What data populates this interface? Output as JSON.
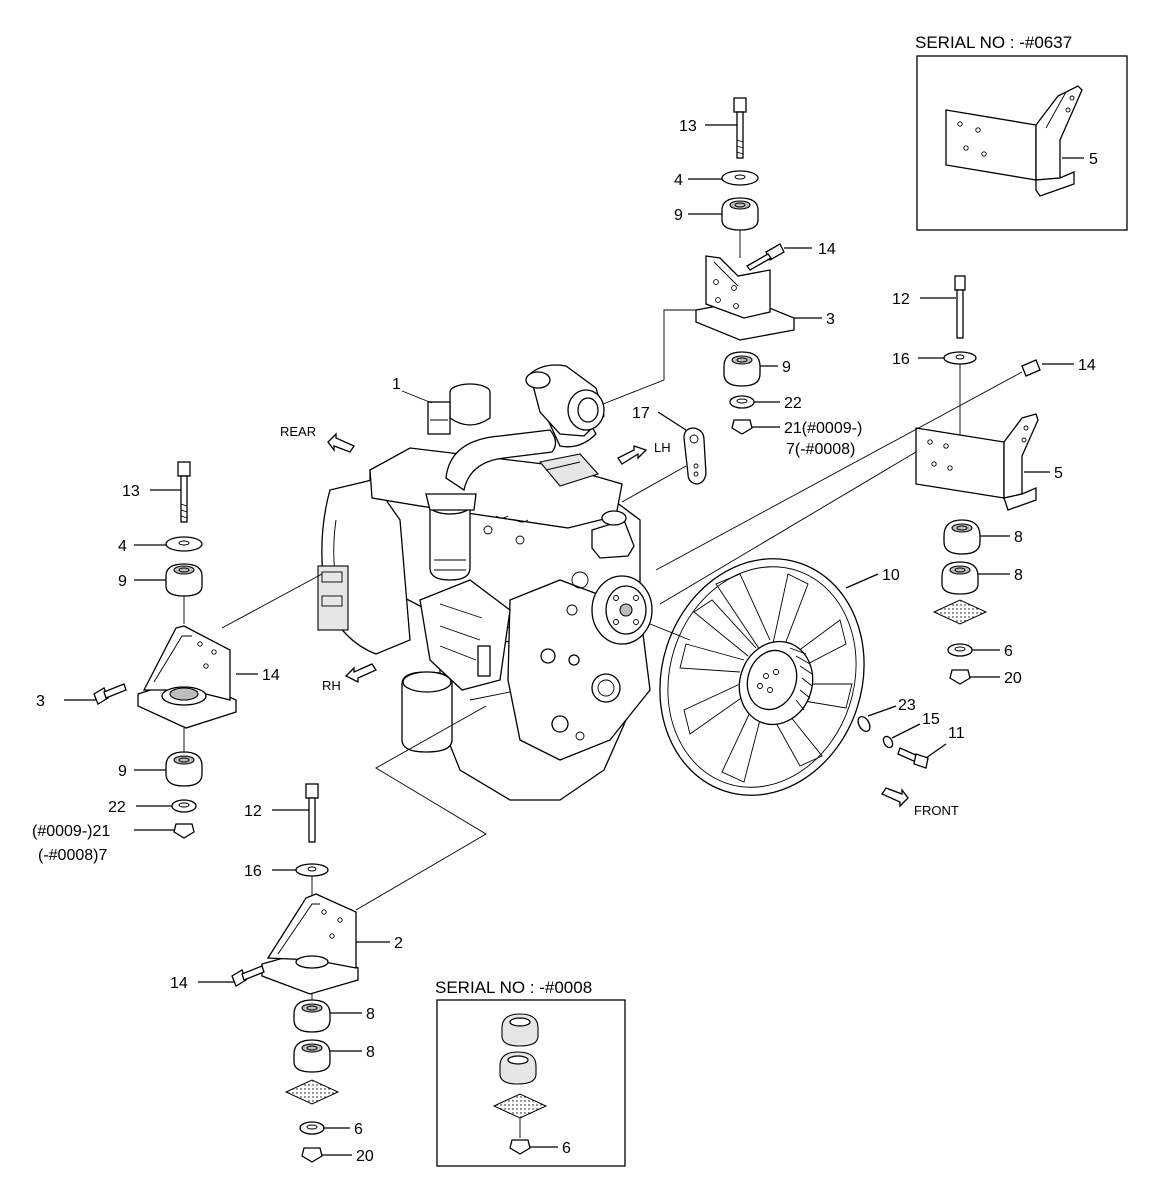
{
  "insets": {
    "top_right": {
      "title": "SERIAL NO : -#0637",
      "part": "5"
    },
    "bottom_center": {
      "title": "SERIAL NO : -#0008",
      "part": "6"
    }
  },
  "directions": {
    "rear": "REAR",
    "lh": "LH",
    "rh": "RH",
    "front": "FRONT"
  },
  "callouts": [
    {
      "id": "c13a",
      "text": "13"
    },
    {
      "id": "c4a",
      "text": "4"
    },
    {
      "id": "c9a",
      "text": "9"
    },
    {
      "id": "c14a",
      "text": "14"
    },
    {
      "id": "c3a",
      "text": "3"
    },
    {
      "id": "c9b",
      "text": "9"
    },
    {
      "id": "c22a",
      "text": "22"
    },
    {
      "id": "c21a",
      "text": "21(#0009-)"
    },
    {
      "id": "c7a",
      "text": "7(-#0008)"
    },
    {
      "id": "c12a",
      "text": "12"
    },
    {
      "id": "c16a",
      "text": "16"
    },
    {
      "id": "c14b",
      "text": "14"
    },
    {
      "id": "c5a",
      "text": "5"
    },
    {
      "id": "c8a",
      "text": "8"
    },
    {
      "id": "c8b",
      "text": "8"
    },
    {
      "id": "c6a",
      "text": "6"
    },
    {
      "id": "c20a",
      "text": "20"
    },
    {
      "id": "c1",
      "text": "1"
    },
    {
      "id": "c17",
      "text": "17"
    },
    {
      "id": "c10",
      "text": "10"
    },
    {
      "id": "c23",
      "text": "23"
    },
    {
      "id": "c15",
      "text": "15"
    },
    {
      "id": "c11",
      "text": "11"
    },
    {
      "id": "c13b",
      "text": "13"
    },
    {
      "id": "c4b",
      "text": "4"
    },
    {
      "id": "c9c",
      "text": "9"
    },
    {
      "id": "c14c",
      "text": "14"
    },
    {
      "id": "c3b",
      "text": "3"
    },
    {
      "id": "c9d",
      "text": "9"
    },
    {
      "id": "c22b",
      "text": "22"
    },
    {
      "id": "c21b",
      "text": "(#0009-)21"
    },
    {
      "id": "c7b",
      "text": "(-#0008)7"
    },
    {
      "id": "c12b",
      "text": "12"
    },
    {
      "id": "c16b",
      "text": "16"
    },
    {
      "id": "c2",
      "text": "2"
    },
    {
      "id": "c14d",
      "text": "14"
    },
    {
      "id": "c8c",
      "text": "8"
    },
    {
      "id": "c8d",
      "text": "8"
    },
    {
      "id": "c6b",
      "text": "6"
    },
    {
      "id": "c20b",
      "text": "20"
    }
  ]
}
